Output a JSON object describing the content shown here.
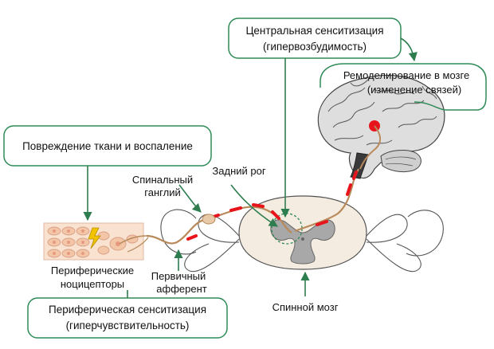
{
  "labels": {
    "central_line1": "Центральная сенситизация",
    "central_line2": "(гипервозбудимость)",
    "remodel_line1": "Ремоделирование в мозге",
    "remodel_line2": "(изменение связей)",
    "injury": "Повреждение ткани и воспаление",
    "spinal_ganglion_line1": "Спинальный",
    "spinal_ganglion_line2": "ганглий",
    "dorsal_horn": "Задний рог",
    "nociceptors_line1": "Периферические",
    "nociceptors_line2": "ноцицепторы",
    "afferent_line1": "Первичный",
    "afferent_line2": "афферент",
    "spinal_cord": "Спинной мозг",
    "peripheral_line1": "Периферическая сенситизация",
    "peripheral_line2": "(гиперчувствительность)"
  },
  "colors": {
    "frame": "#2e8b57",
    "arrow": "#2e7d4f",
    "nerve": "#b8895a",
    "signal": "#e8141c",
    "grey_matter": "#a8a8a8",
    "brain": "#d9d9d9",
    "tissue": "#f6cdb1"
  },
  "icons": {
    "lightning": "lightning-icon"
  }
}
